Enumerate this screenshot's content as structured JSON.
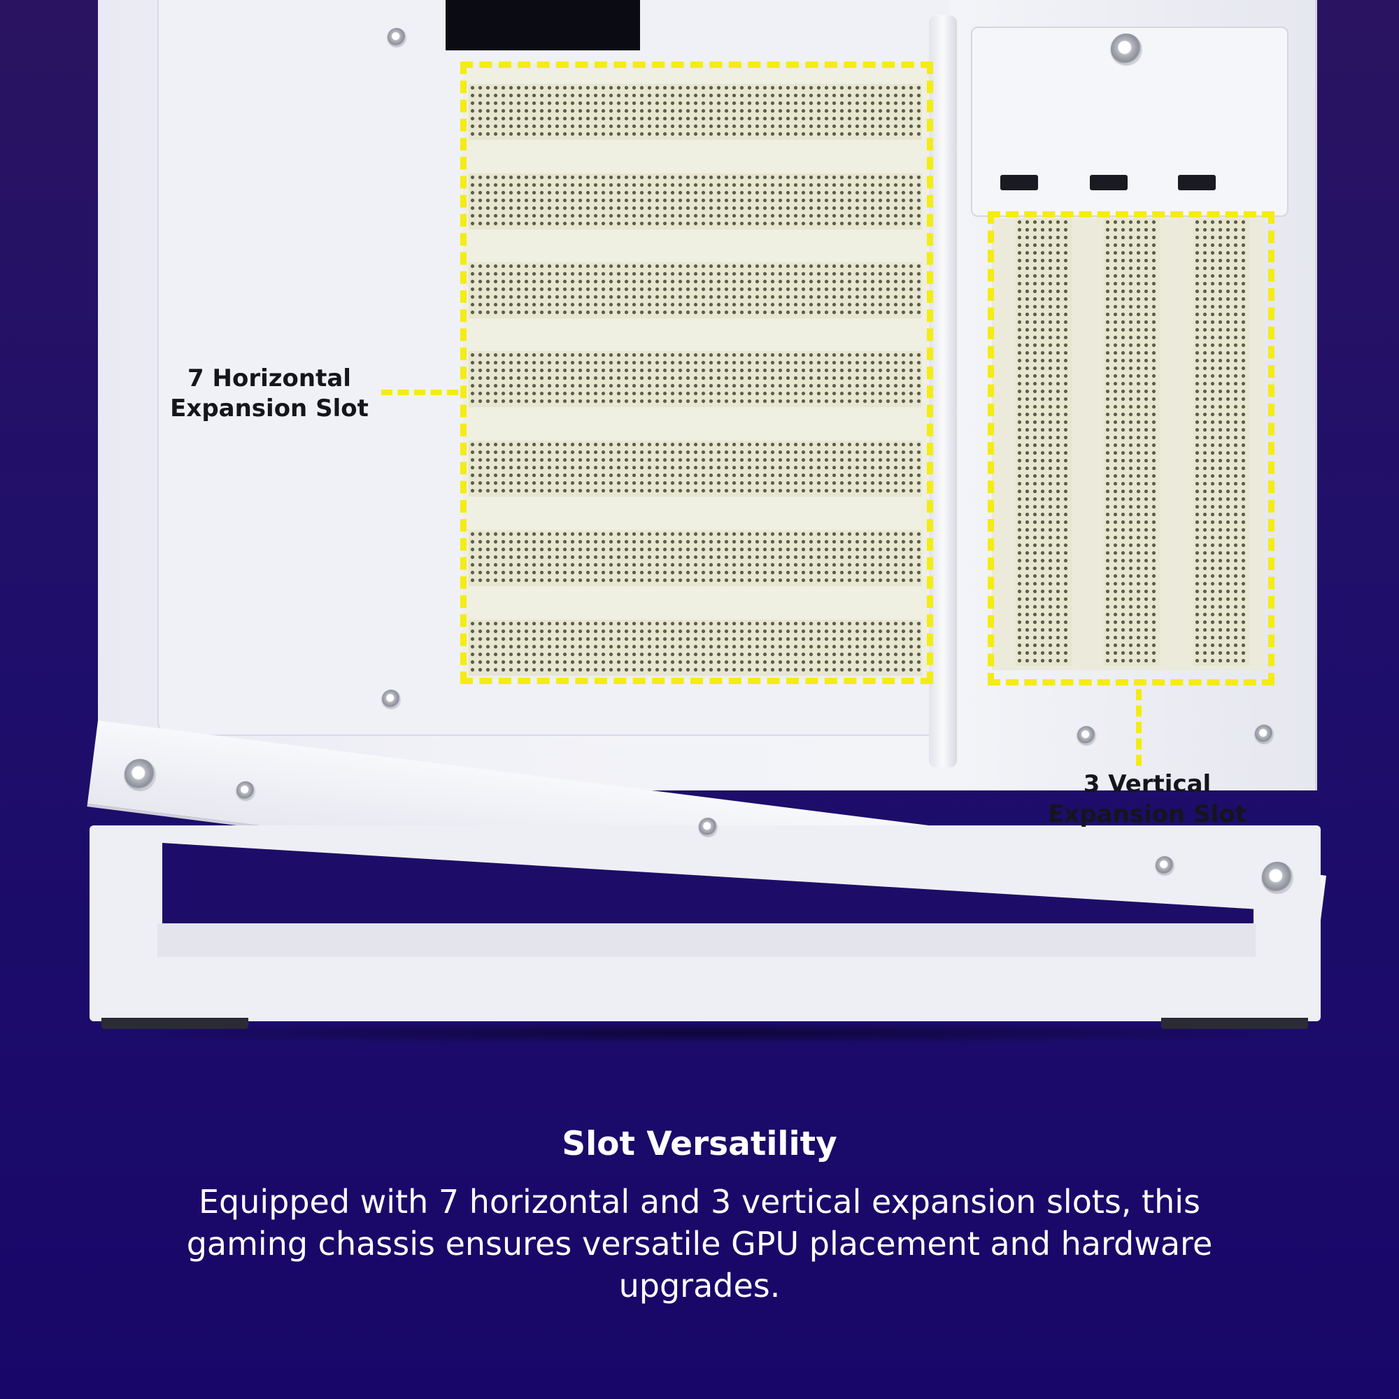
{
  "labels": {
    "horizontal": "7 Horizontal Expansion Slot",
    "vertical": "3 Vertical Expansion Slot"
  },
  "caption": {
    "title": "Slot Versatility",
    "description": "Equipped with 7 horizontal and 3 vertical expansion slots, this gaming chassis ensures versatile GPU placement and hardware upgrades."
  },
  "colors": {
    "background": "#1f0f6b",
    "highlight": "#f4ec12",
    "chassis": "#f0f1f6"
  }
}
